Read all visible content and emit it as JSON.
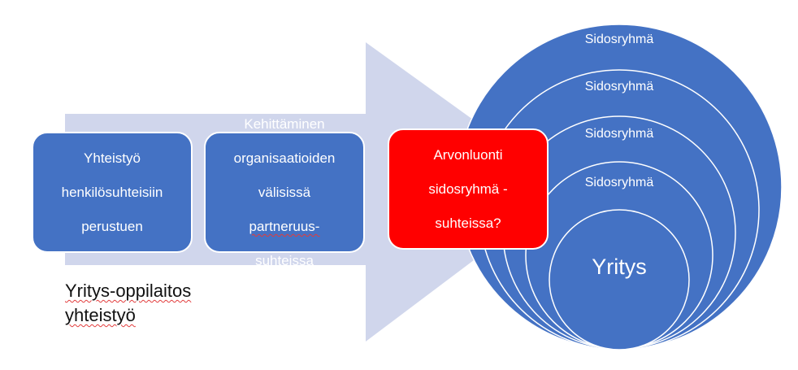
{
  "colors": {
    "arrow": "#d0d6ec",
    "box_blue": "#4472c4",
    "box_red": "#ff0000",
    "circle_fill": "#4472c4",
    "circle_stroke": "#ffffff"
  },
  "stages": [
    {
      "lines": [
        "Yhteistyö",
        "henkilösuhteisiin",
        "perustuen"
      ]
    },
    {
      "lines": [
        "Kehittäminen",
        "organisaatioiden",
        "välisissä"
      ],
      "underlined_line": "partneruus-",
      "last_line": "suhteissa"
    },
    {
      "lines": [
        "Arvonluonti",
        "sidosryhmä -",
        "suhteissa?"
      ]
    }
  ],
  "stakeholder_rings": [
    "Sidosryhmä",
    "Sidosryhmä",
    "Sidosryhmä",
    "Sidosryhmä"
  ],
  "core": "Yritys",
  "caption": {
    "line1": "Yritys-oppilaitos",
    "line2": "yhteistyö"
  }
}
